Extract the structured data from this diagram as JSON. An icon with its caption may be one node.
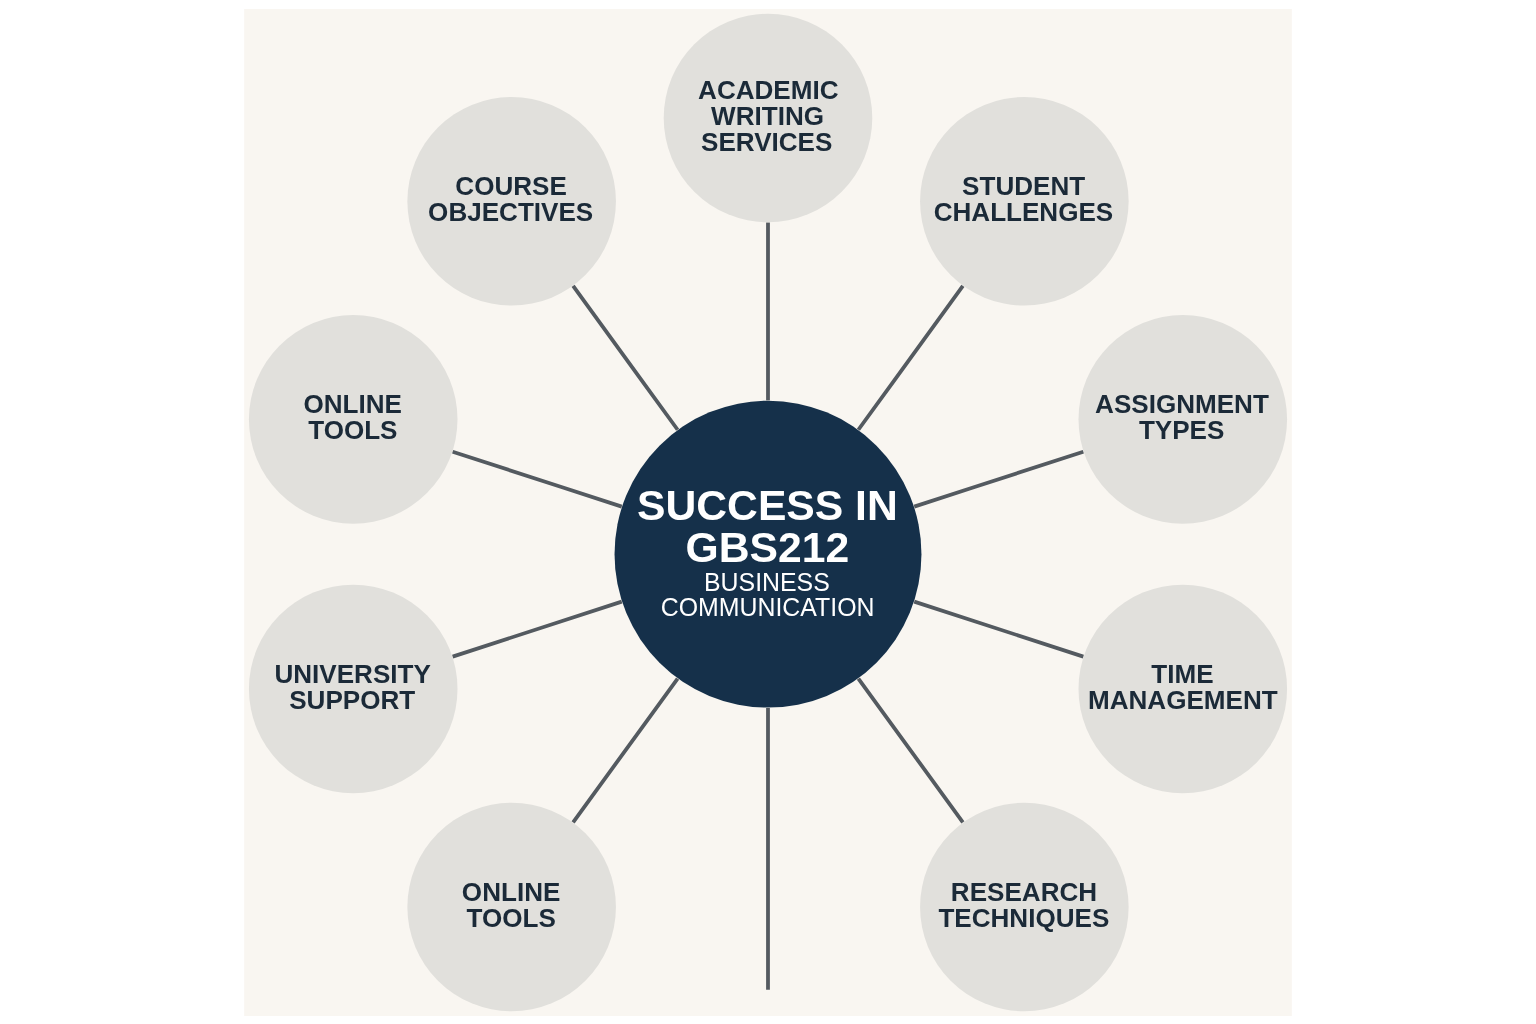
{
  "diagram": {
    "nodes": [
      {
        "text": [
          "SUCCESS IN GBS212",
          "BUSINESS COMMUNICATION"
        ]
      },
      {
        "text": [
          "COURSE OBJECTIVES"
        ]
      },
      {
        "text": [
          "ACADEMIC WRITING SERVICES"
        ]
      },
      {
        "text": [
          "STUDENT CHALLENGES"
        ]
      },
      {
        "text": [
          "ONLINE TOOLS"
        ]
      },
      {
        "text": [
          "ASSIGNMENT TYPES"
        ]
      },
      {
        "text": [
          "UNIVERSITY SUPPORT"
        ]
      },
      {
        "text": [
          "TIME MANAGEMENT"
        ]
      },
      {
        "text": [
          "ONLINE TOOLS"
        ]
      },
      {
        "text": [
          "RESEARCH TECHNIQUES"
        ]
      }
    ],
    "edges": [
      {
        "from": 0,
        "to": 2,
        "arrow": "none"
      },
      {
        "from": 0,
        "to": 3,
        "arrow": "none"
      },
      {
        "from": 0,
        "to": 5,
        "arrow": "none"
      },
      {
        "from": 0,
        "to": 7,
        "arrow": "none"
      },
      {
        "from": 0,
        "to": 9,
        "arrow": "none"
      },
      {
        "from": 0,
        "to": null,
        "arrow": "none"
      },
      {
        "from": 0,
        "to": 8,
        "arrow": "none"
      },
      {
        "from": 0,
        "to": 6,
        "arrow": "none"
      },
      {
        "from": 0,
        "to": 4,
        "arrow": "none"
      },
      {
        "from": 0,
        "to": 1,
        "arrow": "none"
      }
    ]
  }
}
